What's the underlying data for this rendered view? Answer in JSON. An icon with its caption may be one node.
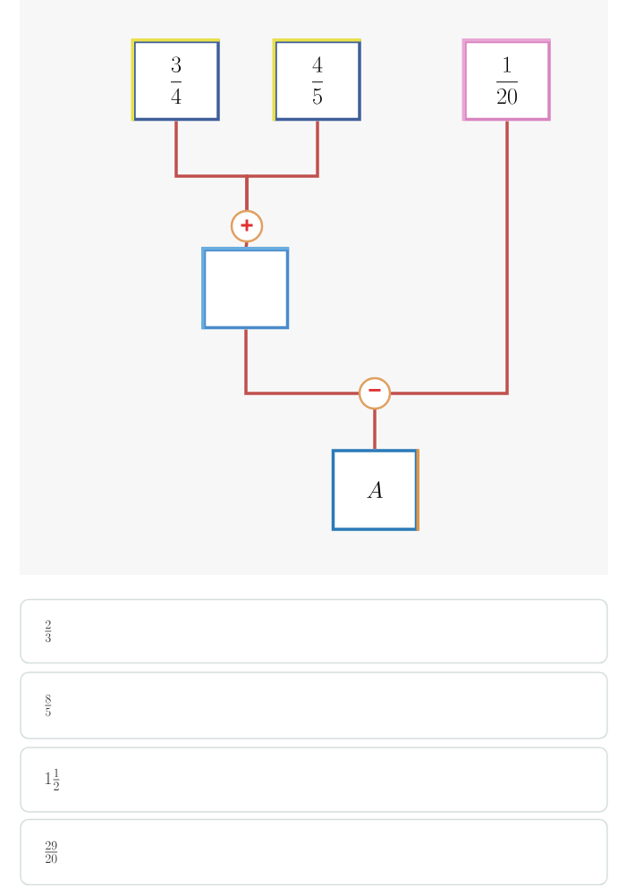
{
  "diagram": {
    "nodes": [
      {
        "text": [
          "\\dfrac{3}{4}"
        ]
      },
      {
        "text": [
          "\\dfrac{4}{5}"
        ]
      },
      {
        "text": [
          "\\dfrac{1}{20}"
        ]
      },
      {
        "text": [
          "+"
        ]
      },
      {
        "text": [],
        "shape": "box"
      },
      {
        "text": [
          "−"
        ]
      },
      {
        "text": [
          "A"
        ]
      },
      {
        "text": [
          "\\frac{2}{3}"
        ]
      },
      {
        "text": [
          "\\frac{8}{5}"
        ]
      },
      {
        "text": [
          "1\\frac{1}{2}"
        ]
      },
      {
        "text": [
          "\\frac{29}{20}"
        ]
      }
    ],
    "edges": [
      {
        "from": 0,
        "to": 3,
        "arrow": "none"
      },
      {
        "from": 1,
        "to": 3,
        "arrow": "none"
      },
      {
        "from": 3,
        "to": 4,
        "arrow": "none"
      },
      {
        "from": 4,
        "to": 5,
        "arrow": "none"
      },
      {
        "from": 2,
        "to": 5,
        "arrow": "none"
      },
      {
        "from": 5,
        "to": 6,
        "arrow": "none"
      }
    ]
  }
}
